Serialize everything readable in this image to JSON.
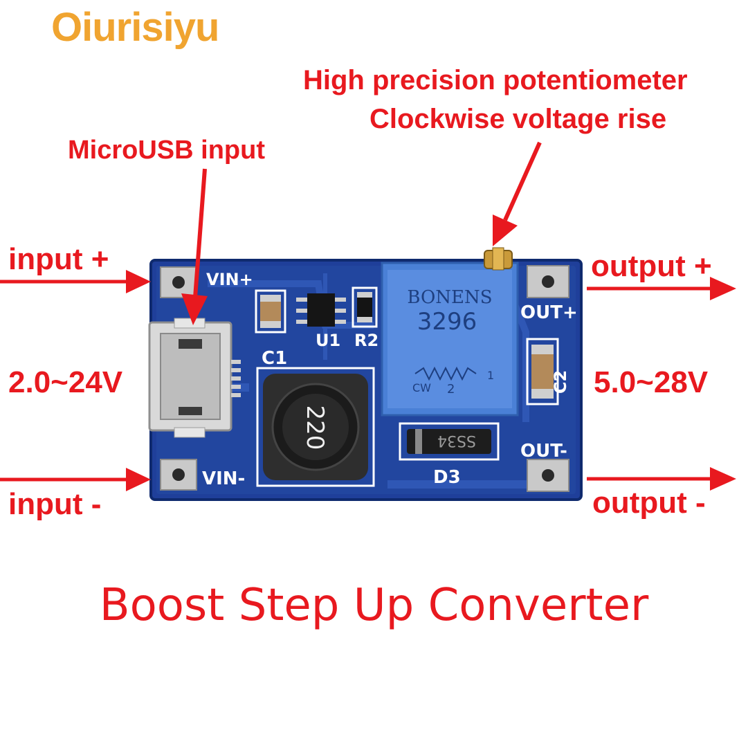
{
  "brand": {
    "logo_text": "Oiurisiyu"
  },
  "labels": {
    "potentiometer_line1": "High precision potentiometer",
    "potentiometer_line2": "Clockwise voltage rise",
    "microusb": "MicroUSB input",
    "input_plus": "input +",
    "input_minus": "input -",
    "input_range": "2.0~24V",
    "output_plus": "output +",
    "output_minus": "output -",
    "output_range": "5.0~28V"
  },
  "board_silkscreen": {
    "vin_plus": "VIN+",
    "vin_minus": "VIN-",
    "out_plus": "OUT+",
    "out_minus": "OUT-",
    "c1": "C1",
    "c2": "C2",
    "u1": "U1",
    "r2": "R2",
    "d3": "D3",
    "inductor": "220",
    "pot_brand": "BONENS",
    "pot_model": "3296",
    "pot_pin1": "1",
    "pot_pin2": "2",
    "pot_cw": "CW",
    "diode": "SS34"
  },
  "caption": "Boost Step Up Converter",
  "colors": {
    "label_red": "#e8191f",
    "logo_orange": "#f0a430",
    "pcb_blue": "#1f3f9a",
    "pot_blue": "#4a80d6"
  }
}
